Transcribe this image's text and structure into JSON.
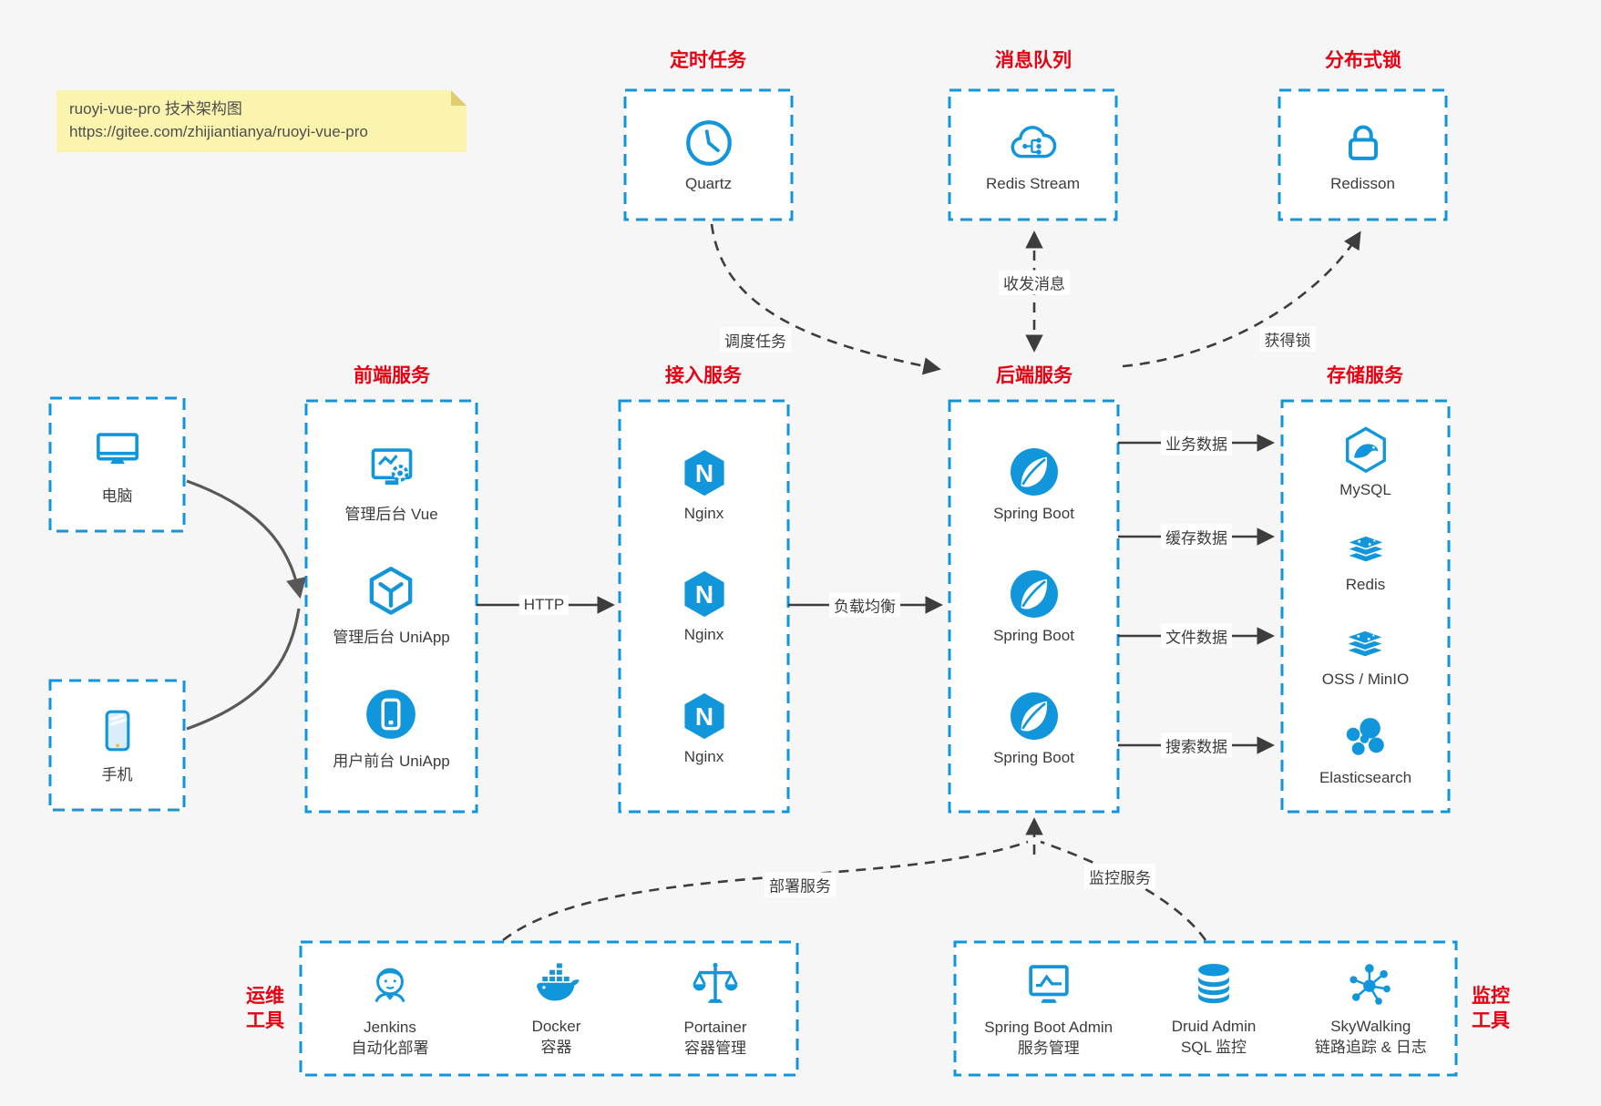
{
  "colors": {
    "blue": "#1296db",
    "red": "#e60012",
    "arrow": "#3d3d3d",
    "note_bg": "#fbf4ae",
    "note_fold": "#e0cd72",
    "page_bg": "#f6f6f6"
  },
  "note": {
    "line1": "ruoyi-vue-pro 技术架构图",
    "line2": "https://gitee.com/zhijiantianya/ruoyi-vue-pro"
  },
  "clients": {
    "computer": "电脑",
    "phone": "手机"
  },
  "groups": {
    "scheduled": {
      "title": "定时任务",
      "item": "Quartz"
    },
    "mq": {
      "title": "消息队列",
      "item": "Redis Stream"
    },
    "lock": {
      "title": "分布式锁",
      "item": "Redisson"
    },
    "frontend": {
      "title": "前端服务",
      "items": [
        "管理后台 Vue",
        "管理后台 UniApp",
        "用户前台 UniApp"
      ]
    },
    "gateway": {
      "title": "接入服务",
      "items": [
        "Nginx",
        "Nginx",
        "Nginx"
      ]
    },
    "backend": {
      "title": "后端服务",
      "items": [
        "Spring Boot",
        "Spring Boot",
        "Spring Boot"
      ]
    },
    "storage": {
      "title": "存储服务",
      "items": [
        "MySQL",
        "Redis",
        "OSS / MinIO",
        "Elasticsearch"
      ]
    },
    "ops": {
      "label_line1": "运维",
      "label_line2": "工具",
      "items": [
        {
          "name": "Jenkins",
          "desc": "自动化部署"
        },
        {
          "name": "Docker",
          "desc": "容器"
        },
        {
          "name": "Portainer",
          "desc": "容器管理"
        }
      ]
    },
    "monitoring": {
      "label_line1": "监控",
      "label_line2": "工具",
      "items": [
        {
          "name": "Spring Boot Admin",
          "desc": "服务管理"
        },
        {
          "name": "Druid Admin",
          "desc": "SQL 监控"
        },
        {
          "name": "SkyWalking",
          "desc": "链路追踪 & 日志"
        }
      ]
    }
  },
  "edges": {
    "http": "HTTP",
    "load_balance": "负载均衡",
    "schedule_task": "调度任务",
    "send_receive_message": "收发消息",
    "acquire_lock": "获得锁",
    "business_data": "业务数据",
    "cache_data": "缓存数据",
    "file_data": "文件数据",
    "search_data": "搜索数据",
    "deploy_service": "部署服务",
    "monitor_service": "监控服务"
  }
}
